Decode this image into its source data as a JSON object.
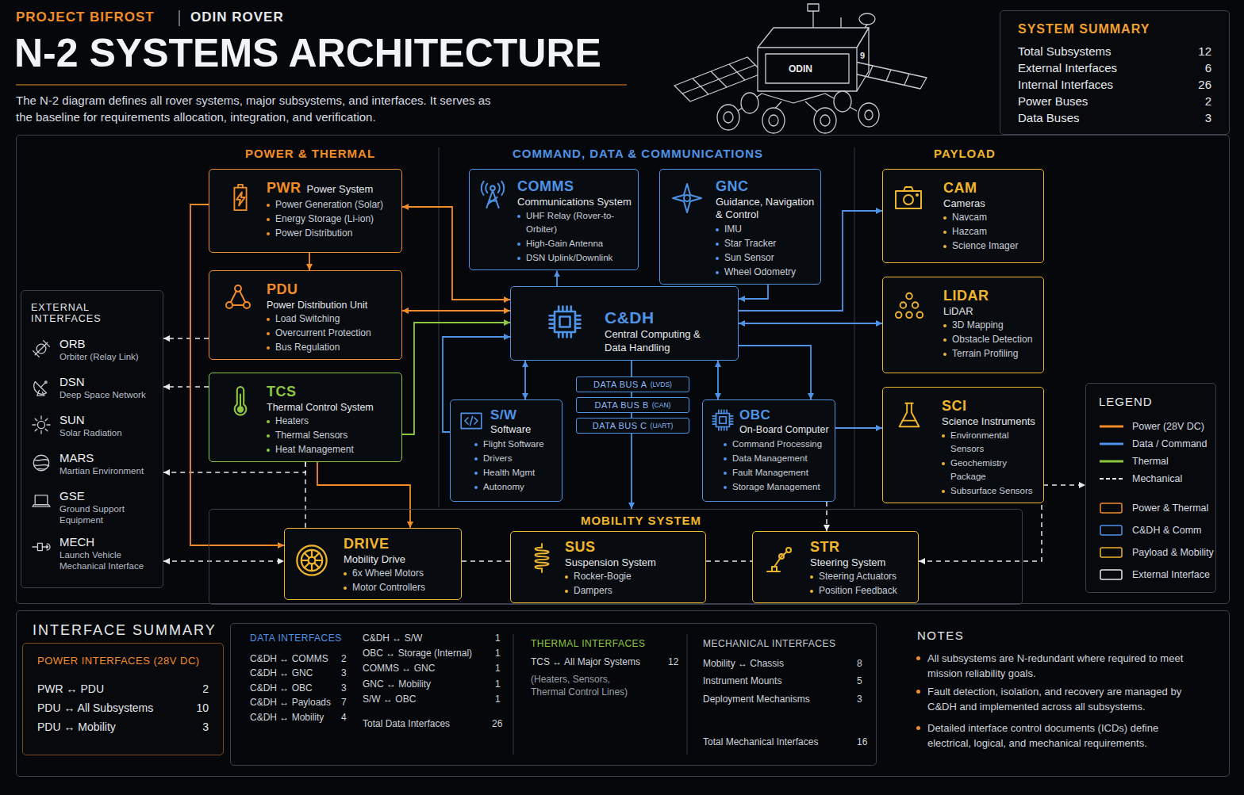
{
  "diagram": {
    "title": "N-2 SYSTEMS ARCHITECTURE",
    "caption": "The N-2 diagram defines all rover systems, major subsystems, and interfaces. It serves as the baseline for requirements allocation, integration, and verification.",
    "nodes": [
      {
        "text": [
          "SYSTEM SUMMARY",
          "Total Subsystems",
          "12",
          "External Interfaces",
          "6",
          "Internal Interfaces",
          "26",
          "Power Buses",
          "2",
          "Data Buses",
          "3"
        ]
      },
      {
        "text": [
          "POWER & THERMAL",
          "COMMAND, DATA & COMMUNICATIONS",
          "PAYLOAD"
        ]
      },
      {
        "text": [
          "EXTERNAL INTERFACES",
          "ORB",
          "Orbiter (Relay Link)",
          "DSN",
          "Deep Space Network",
          "SUN",
          "Solar Radiation",
          "MARS",
          "Martian Environment",
          "GSE",
          "Ground Support Equipment",
          "MECH",
          "Launch Vehicle Mechanical Interface"
        ],
        "in": 1
      },
      {
        "text": [
          "PWR",
          "Power System",
          "Power Generation (Solar)",
          "Energy Storage (Li-ion)",
          "Power Distribution"
        ],
        "in": 1
      },
      {
        "text": [
          "PDU",
          "Power Distribution Unit",
          "Load Switching",
          "Overcurrent Protection",
          "Bus Regulation"
        ],
        "in": 1
      },
      {
        "text": [
          "TCS",
          "Thermal Control System",
          "Heaters",
          "Thermal Sensors",
          "Heat Management"
        ],
        "in": 1
      },
      {
        "text": [
          "COMMS",
          "Communications System",
          "UHF Relay (Rover-to-Orbiter)",
          "High-Gain Antenna",
          "DSN Uplink/Downlink"
        ],
        "in": 1
      },
      {
        "text": [
          "GNC",
          "Guidance, Navigation & Control",
          "IMU",
          "Star Tracker",
          "Sun Sensor",
          "Wheel Odometry"
        ],
        "in": 1
      },
      {
        "text": [
          "C&DH",
          "Central Computing & Data Handling"
        ],
        "in": 1
      },
      {
        "text": [
          "DATA BUS A",
          "(LVDS)"
        ],
        "in": 1
      },
      {
        "text": [
          "DATA BUS B",
          "(CAN)"
        ],
        "in": 1
      },
      {
        "text": [
          "DATA BUS C",
          "(UART)"
        ],
        "in": 1
      },
      {
        "text": [
          "S/W",
          "Software",
          "Flight Software",
          "Drivers",
          "Health Mgmt",
          "Autonomy"
        ],
        "in": 1
      },
      {
        "text": [
          "OBC",
          "On-Board Computer",
          "Command Processing",
          "Data Management",
          "Fault Management",
          "Storage Management"
        ],
        "in": 1
      },
      {
        "text": [
          "CAM",
          "Cameras",
          "Navcam",
          "Hazcam",
          "Science Imager"
        ],
        "in": 1
      },
      {
        "text": [
          "LIDAR",
          "LiDAR",
          "3D Mapping",
          "Obstacle Detection",
          "Terrain Profiling"
        ],
        "in": 1
      },
      {
        "text": [
          "SCI",
          "Science Instruments",
          "Environmental Sensors",
          "Geochemistry Package",
          "Subsurface Sensors"
        ],
        "in": 1
      },
      {
        "text": [
          "LEGEND"
        ],
        "in": 1
      },
      {
        "text": [
          "MOBILITY SYSTEM"
        ],
        "in": 1
      },
      {
        "text": [
          "DRIVE",
          "Mobility Drive",
          "6x Wheel Motors",
          "Motor Controllers"
        ],
        "in": 18
      },
      {
        "text": [
          "SUS",
          "Suspension System",
          "Rocker-Bogie",
          "Dampers"
        ],
        "in": 18
      },
      {
        "text": [
          "STR",
          "Steering System",
          "Steering Actuators",
          "Position Feedback"
        ],
        "in": 18
      },
      {
        "text": [
          "INTERFACE SUMMARY",
          "NOTES",
          "All subsystems are N-redundant where required to meet mission reliability goals.",
          "Fault detection, isolation, and recovery are managed by C&DH and implemented across all subsystems.",
          "Detailed interface control documents (ICDs) define electrical, logical, and mechanical requirements."
        ]
      },
      {
        "text": [
          "POWER INTERFACES (28V DC)",
          "PWR ↔ PDU",
          "2",
          "PDU ↔ All Subsystems",
          "10",
          "PDU ↔ Mobility",
          "3"
        ],
        "in": 22
      },
      {
        "text": [
          "DATA INTERFACES",
          "C&DH ↔ COMMS",
          "2",
          "C&DH ↔ GNC",
          "3",
          "C&DH ↔ OBC",
          "3",
          "C&DH ↔ Payloads",
          "7",
          "C&DH ↔ Mobility",
          "4",
          "C&DH ↔ S/W",
          "1",
          "OBC ↔ Storage (Internal)",
          "1",
          "COMMS ↔ GNC",
          "1",
          "GNC ↔ Mobility",
          "1",
          "S/W ↔ OBC",
          "1",
          "Total Data Interfaces",
          "26",
          "THERMAL INTERFACES",
          "TCS ↔ All Major Systems",
          "12",
          "(Heaters, Sensors, Thermal Control Lines)",
          "MECHANICAL INTERFACES",
          "Mobility ↔ Chassis",
          "8",
          "Instrument Mounts",
          "5",
          "Deployment Mechanisms",
          "3",
          "Total Mechanical Interfaces",
          "16"
        ],
        "in": 22
      }
    ],
    "edges": [
      {
        "from": 3,
        "to": 4,
        "arrow": "to"
      },
      {
        "from": 8,
        "to": 3,
        "arrow": "both"
      },
      {
        "from": 4,
        "to": 8,
        "arrow": "both"
      },
      {
        "from": 5,
        "to": 8,
        "arrow": "to"
      },
      {
        "from": 8,
        "to": 6,
        "arrow": "to"
      },
      {
        "from": 7,
        "to": 8,
        "arrow": "to"
      },
      {
        "from": 8,
        "to": 14,
        "arrow": "to"
      },
      {
        "from": 8,
        "to": 15,
        "arrow": "both"
      },
      {
        "from": 8,
        "to": 13,
        "arrow": "to"
      },
      {
        "from": 8,
        "to": 13,
        "arrow": "both"
      },
      {
        "from": 13,
        "to": 16,
        "arrow": "to"
      },
      {
        "from": 8,
        "to": 12,
        "arrow": "both"
      },
      {
        "from": 12,
        "to": 8,
        "arrow": "to"
      },
      {
        "from": 8,
        "to": 9,
        "arrow": "none"
      },
      {
        "from": 9,
        "to": 10,
        "arrow": "none"
      },
      {
        "from": 10,
        "to": 11,
        "arrow": "none"
      },
      {
        "from": 11,
        "to": 18,
        "arrow": "to"
      },
      {
        "from": 13,
        "to": 21,
        "arrow": "to"
      },
      {
        "from": 5,
        "to": 19,
        "arrow": "to"
      },
      {
        "from": 4,
        "to": 2,
        "arrow": "to"
      },
      {
        "from": 5,
        "to": 2,
        "arrow": "to"
      },
      {
        "from": 5,
        "to": 2,
        "arrow": "to"
      },
      {
        "from": 5,
        "to": 19,
        "arrow": "none"
      },
      {
        "from": 2,
        "to": 19,
        "arrow": "both"
      },
      {
        "from": 3,
        "to": 19,
        "arrow": "to"
      },
      {
        "from": 19,
        "to": 20,
        "arrow": "none"
      },
      {
        "from": 20,
        "to": 21,
        "arrow": "none"
      },
      {
        "from": 21,
        "to": 17,
        "arrow": "both"
      }
    ],
    "labels": [
      "PROJECT BIFROST",
      "ODIN ROVER",
      "ODIN",
      "9"
    ],
    "legend": [
      {
        "text": "Power (28V DC)"
      },
      {
        "text": "Data / Command"
      },
      {
        "text": "Thermal"
      },
      {
        "text": "Mechanical"
      },
      {
        "text": "Power & Thermal"
      },
      {
        "text": "C&DH & Comm"
      },
      {
        "text": "Payload & Mobility"
      },
      {
        "text": "External Interface"
      }
    ]
  }
}
